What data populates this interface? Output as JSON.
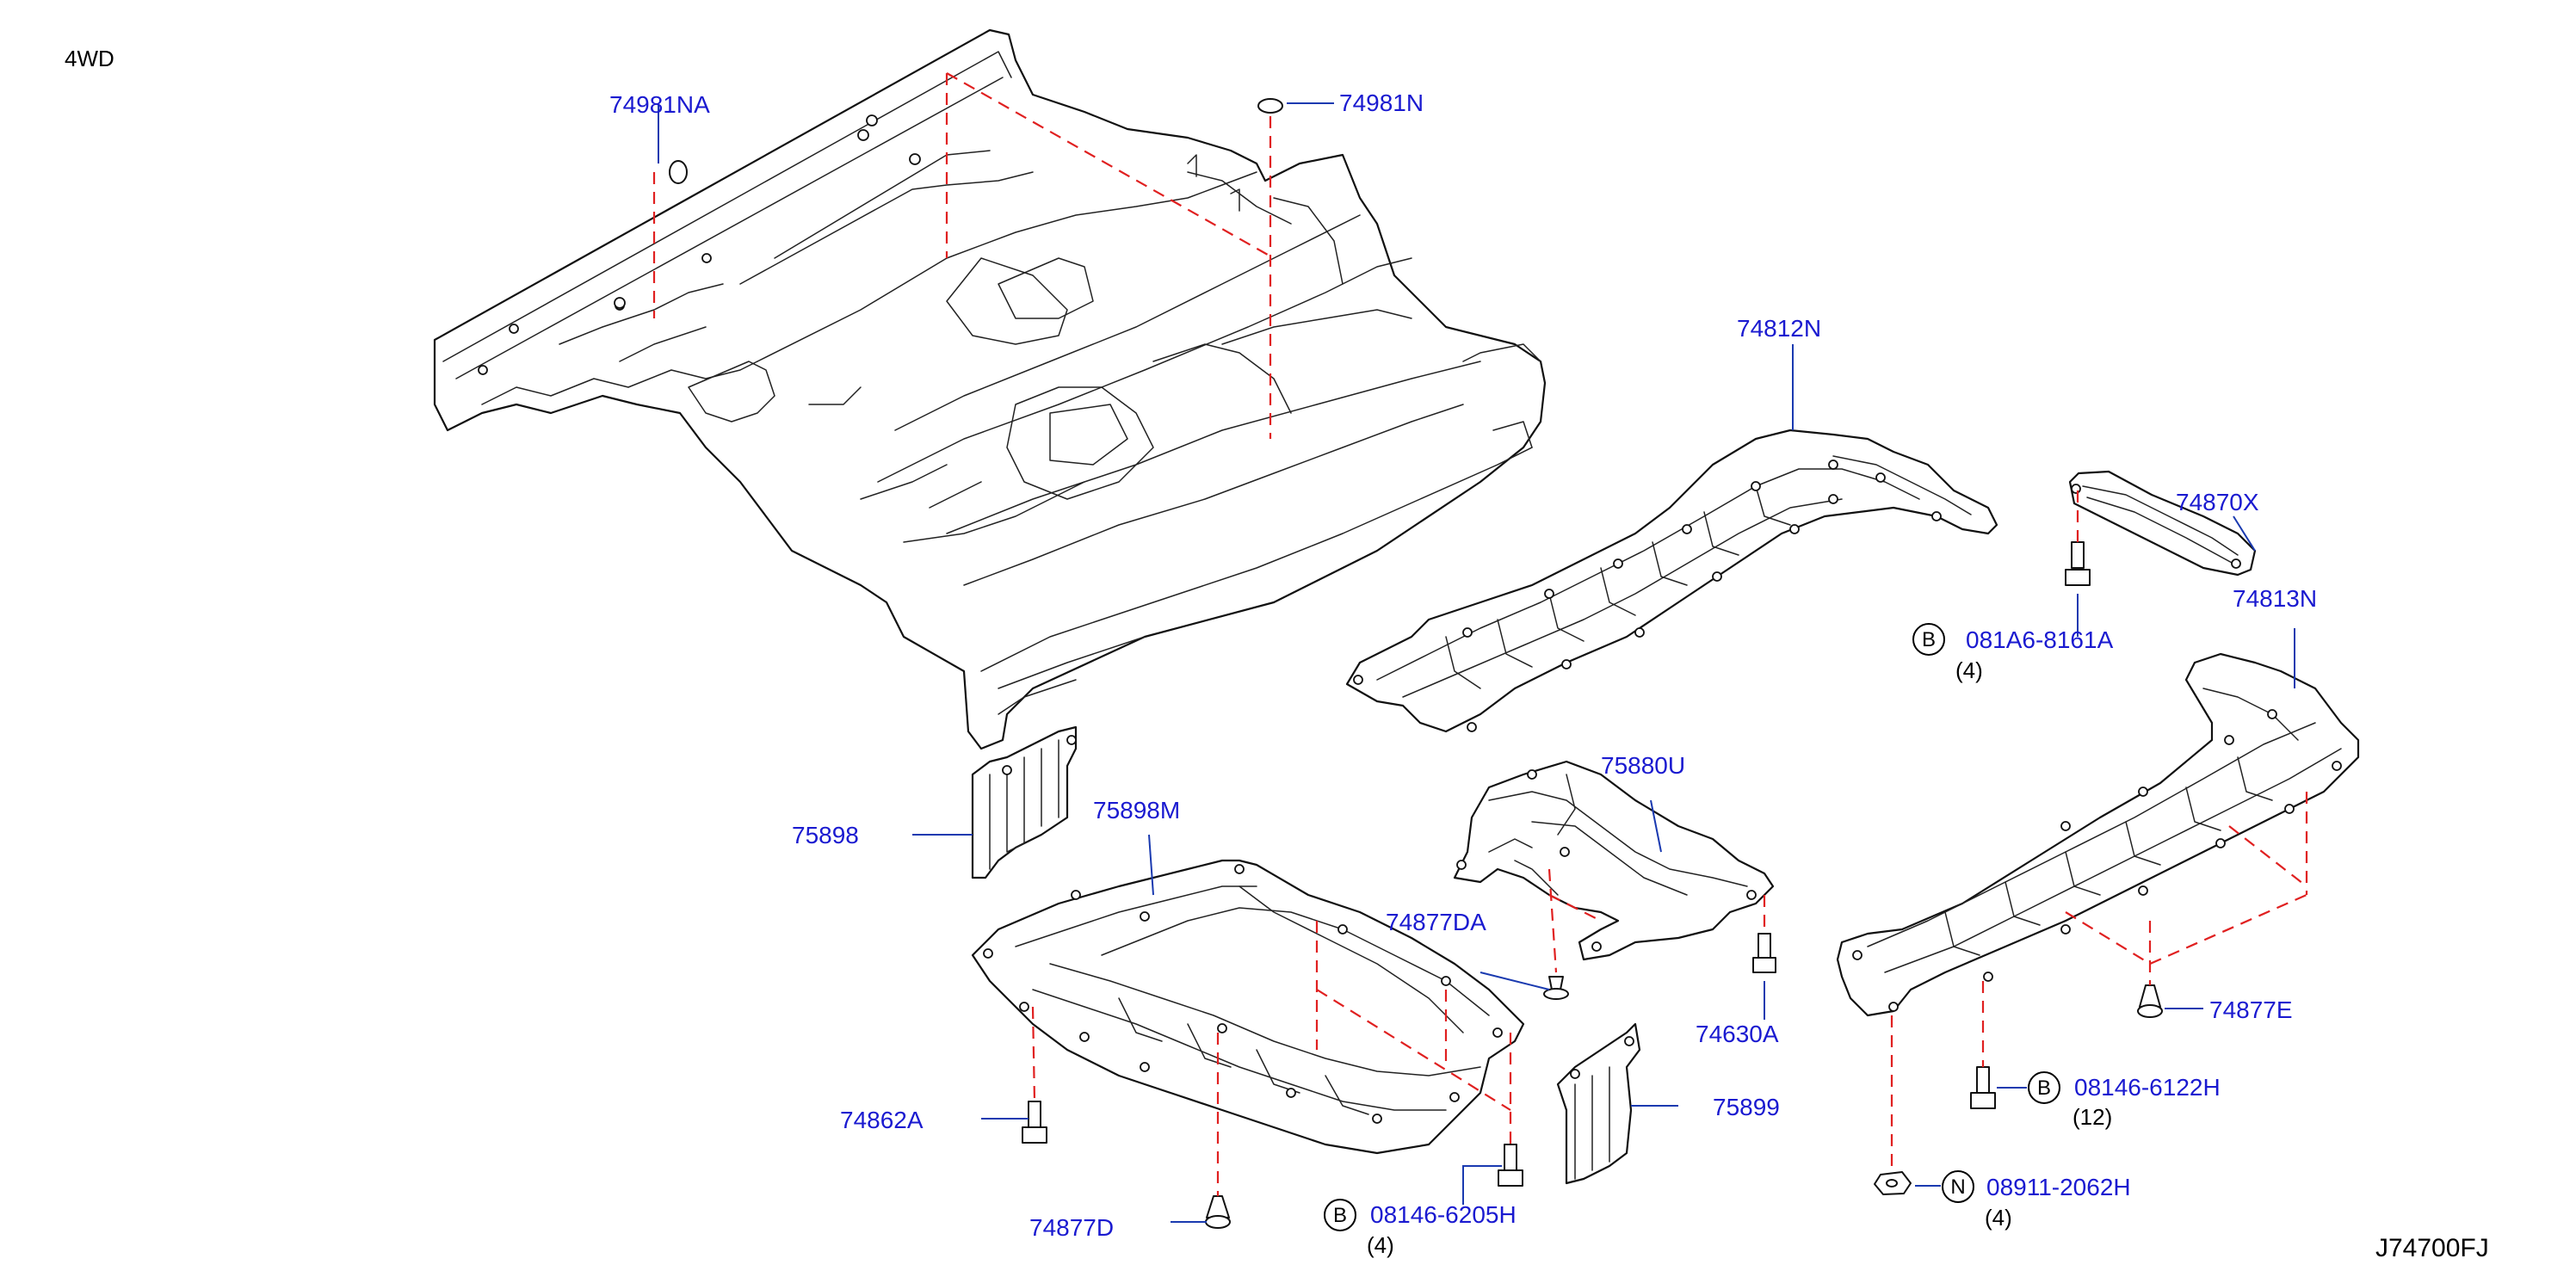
{
  "title": "4WD",
  "diagram_code": "J74700FJ",
  "parts": {
    "p74981NA": "74981NA",
    "p74981N": "74981N",
    "p74812N": "74812N",
    "p74870X": "74870X",
    "p081A6": "081A6-8161A",
    "p74813N": "74813N",
    "p75898": "75898",
    "p75898M": "75898M",
    "p75880U": "75880U",
    "p74877DA": "74877DA",
    "p74630A": "74630A",
    "p74877E": "74877E",
    "p74862A": "74862A",
    "p75899": "75899",
    "p08146_6122H": "08146-6122H",
    "p08911": "08911-2062H",
    "p74877D": "74877D",
    "p08146_6205H": "08146-6205H"
  },
  "markers": {
    "b1": "B",
    "b2": "B",
    "b3": "B",
    "n1": "N"
  },
  "quantities": {
    "q081A6": "(4)",
    "q6122H": "(12)",
    "q08911": "(4)",
    "q6205H": "(4)"
  }
}
